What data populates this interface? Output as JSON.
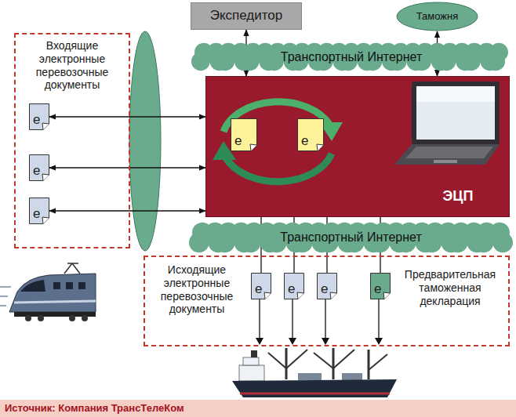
{
  "diagram": {
    "caption": "Источник: Компания ТрансТелеКом",
    "nodes": [
      {
        "text": [
          "Входящие электронные перевозочные документы"
        ]
      },
      {
        "text": [
          "e"
        ],
        "in": 0
      },
      {
        "text": [
          "e"
        ],
        "in": 0
      },
      {
        "text": [
          "e"
        ],
        "in": 0
      },
      {
        "text": [
          "Экспедитор"
        ]
      },
      {
        "text": [
          "Таможня"
        ]
      },
      {
        "text": [
          "Транспортный Интернет"
        ]
      },
      {
        "text": [
          "ЭЦП"
        ]
      },
      {
        "text": [
          "e"
        ],
        "in": 7
      },
      {
        "text": [
          "e"
        ],
        "in": 7
      },
      {
        "text": [
          "Транспортный Интернет"
        ]
      },
      {
        "text": [
          "Исходящие электронные перевозочные документы",
          "Предварительная таможенная декларация"
        ]
      },
      {
        "text": [
          "e"
        ],
        "in": 11
      },
      {
        "text": [
          "e"
        ],
        "in": 11
      },
      {
        "text": [
          "e"
        ],
        "in": 11
      },
      {
        "text": [
          "e"
        ],
        "in": 11
      }
    ],
    "edges": [
      {
        "from": 1,
        "to": 7,
        "arrow": "both"
      },
      {
        "from": 2,
        "to": 7,
        "arrow": "both"
      },
      {
        "from": 3,
        "to": 7,
        "arrow": "both"
      },
      {
        "from": 4,
        "to": 7,
        "arrow": "both"
      },
      {
        "from": 5,
        "to": 7,
        "arrow": "both"
      },
      {
        "from": 7,
        "to": 12,
        "arrow": "none"
      },
      {
        "from": 7,
        "to": 13,
        "arrow": "none"
      },
      {
        "from": 7,
        "to": 14,
        "arrow": "none"
      },
      {
        "from": 7,
        "to": 15,
        "arrow": "none"
      }
    ]
  }
}
